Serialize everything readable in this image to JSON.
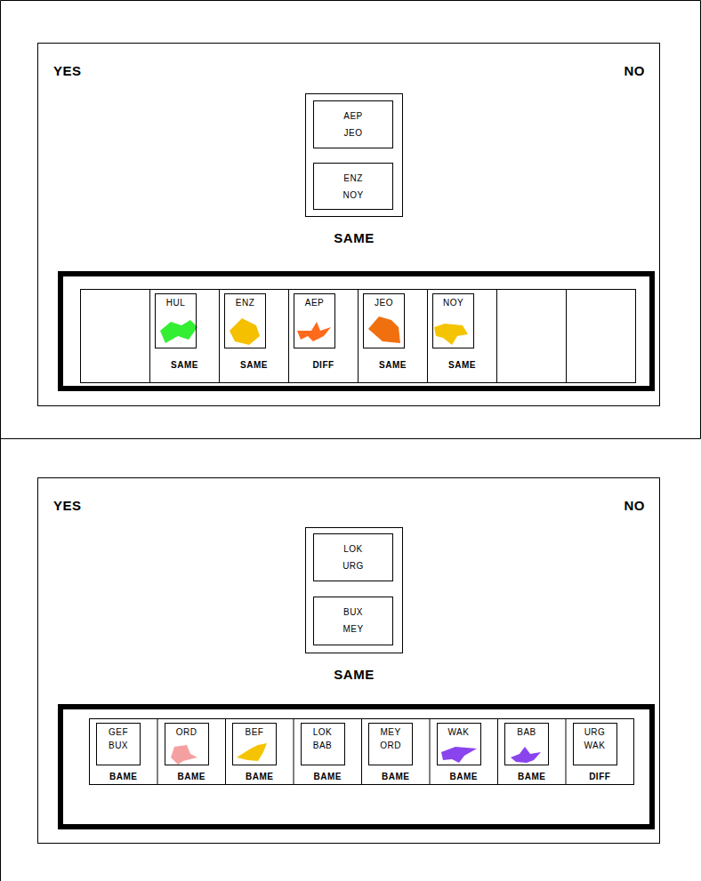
{
  "diagram": {
    "nodes": [
      {
        "text": [
          "YES",
          "NO"
        ]
      },
      {
        "text": [
          "SAME"
        ],
        "in": 0
      },
      {
        "text": [
          "AEP",
          "JEO"
        ],
        "in": 1
      },
      {
        "text": [
          "ENZ",
          "NOY"
        ],
        "in": 1
      },
      {
        "text": [
          "SAME"
        ],
        "in": 0
      },
      {
        "text": [
          "HUL"
        ],
        "in": 4
      },
      {
        "text": [
          "SAME"
        ],
        "in": 0
      },
      {
        "text": [
          "ENZ"
        ],
        "in": 6
      },
      {
        "text": [
          "DIFF"
        ],
        "in": 0
      },
      {
        "text": [
          "AEP"
        ],
        "in": 8
      },
      {
        "text": [
          "SAME"
        ],
        "in": 0
      },
      {
        "text": [
          "JEO"
        ],
        "in": 10
      },
      {
        "text": [
          "SAME"
        ],
        "in": 0
      },
      {
        "text": [
          "NOY"
        ],
        "in": 12
      },
      {
        "text": [
          "YES",
          "NO"
        ]
      },
      {
        "text": [
          "SAME"
        ],
        "in": 14
      },
      {
        "text": [
          "LOK",
          "URG"
        ],
        "in": 15
      },
      {
        "text": [
          "BUX",
          "MEY"
        ],
        "in": 15
      },
      {
        "text": [
          "BAME"
        ],
        "in": 14
      },
      {
        "text": [
          "GEF",
          "BUX"
        ],
        "in": 18
      },
      {
        "text": [
          "BAME"
        ],
        "in": 14
      },
      {
        "text": [
          "ORD"
        ],
        "in": 20
      },
      {
        "text": [
          "BAME"
        ],
        "in": 14
      },
      {
        "text": [
          "BEF"
        ],
        "in": 22
      },
      {
        "text": [
          "BAME"
        ],
        "in": 14
      },
      {
        "text": [
          "LOK",
          "BAB"
        ],
        "in": 24
      },
      {
        "text": [
          "BAME"
        ],
        "in": 14
      },
      {
        "text": [
          "MEY",
          "ORD"
        ],
        "in": 26
      },
      {
        "text": [
          "BAME"
        ],
        "in": 14
      },
      {
        "text": [
          "WAK"
        ],
        "in": 28
      },
      {
        "text": [
          "BAME"
        ],
        "in": 14
      },
      {
        "text": [
          "BAB"
        ],
        "in": 30
      },
      {
        "text": [
          "DIFF"
        ],
        "in": 14
      },
      {
        "text": [
          "URG",
          "WAK"
        ],
        "in": 32
      }
    ]
  }
}
